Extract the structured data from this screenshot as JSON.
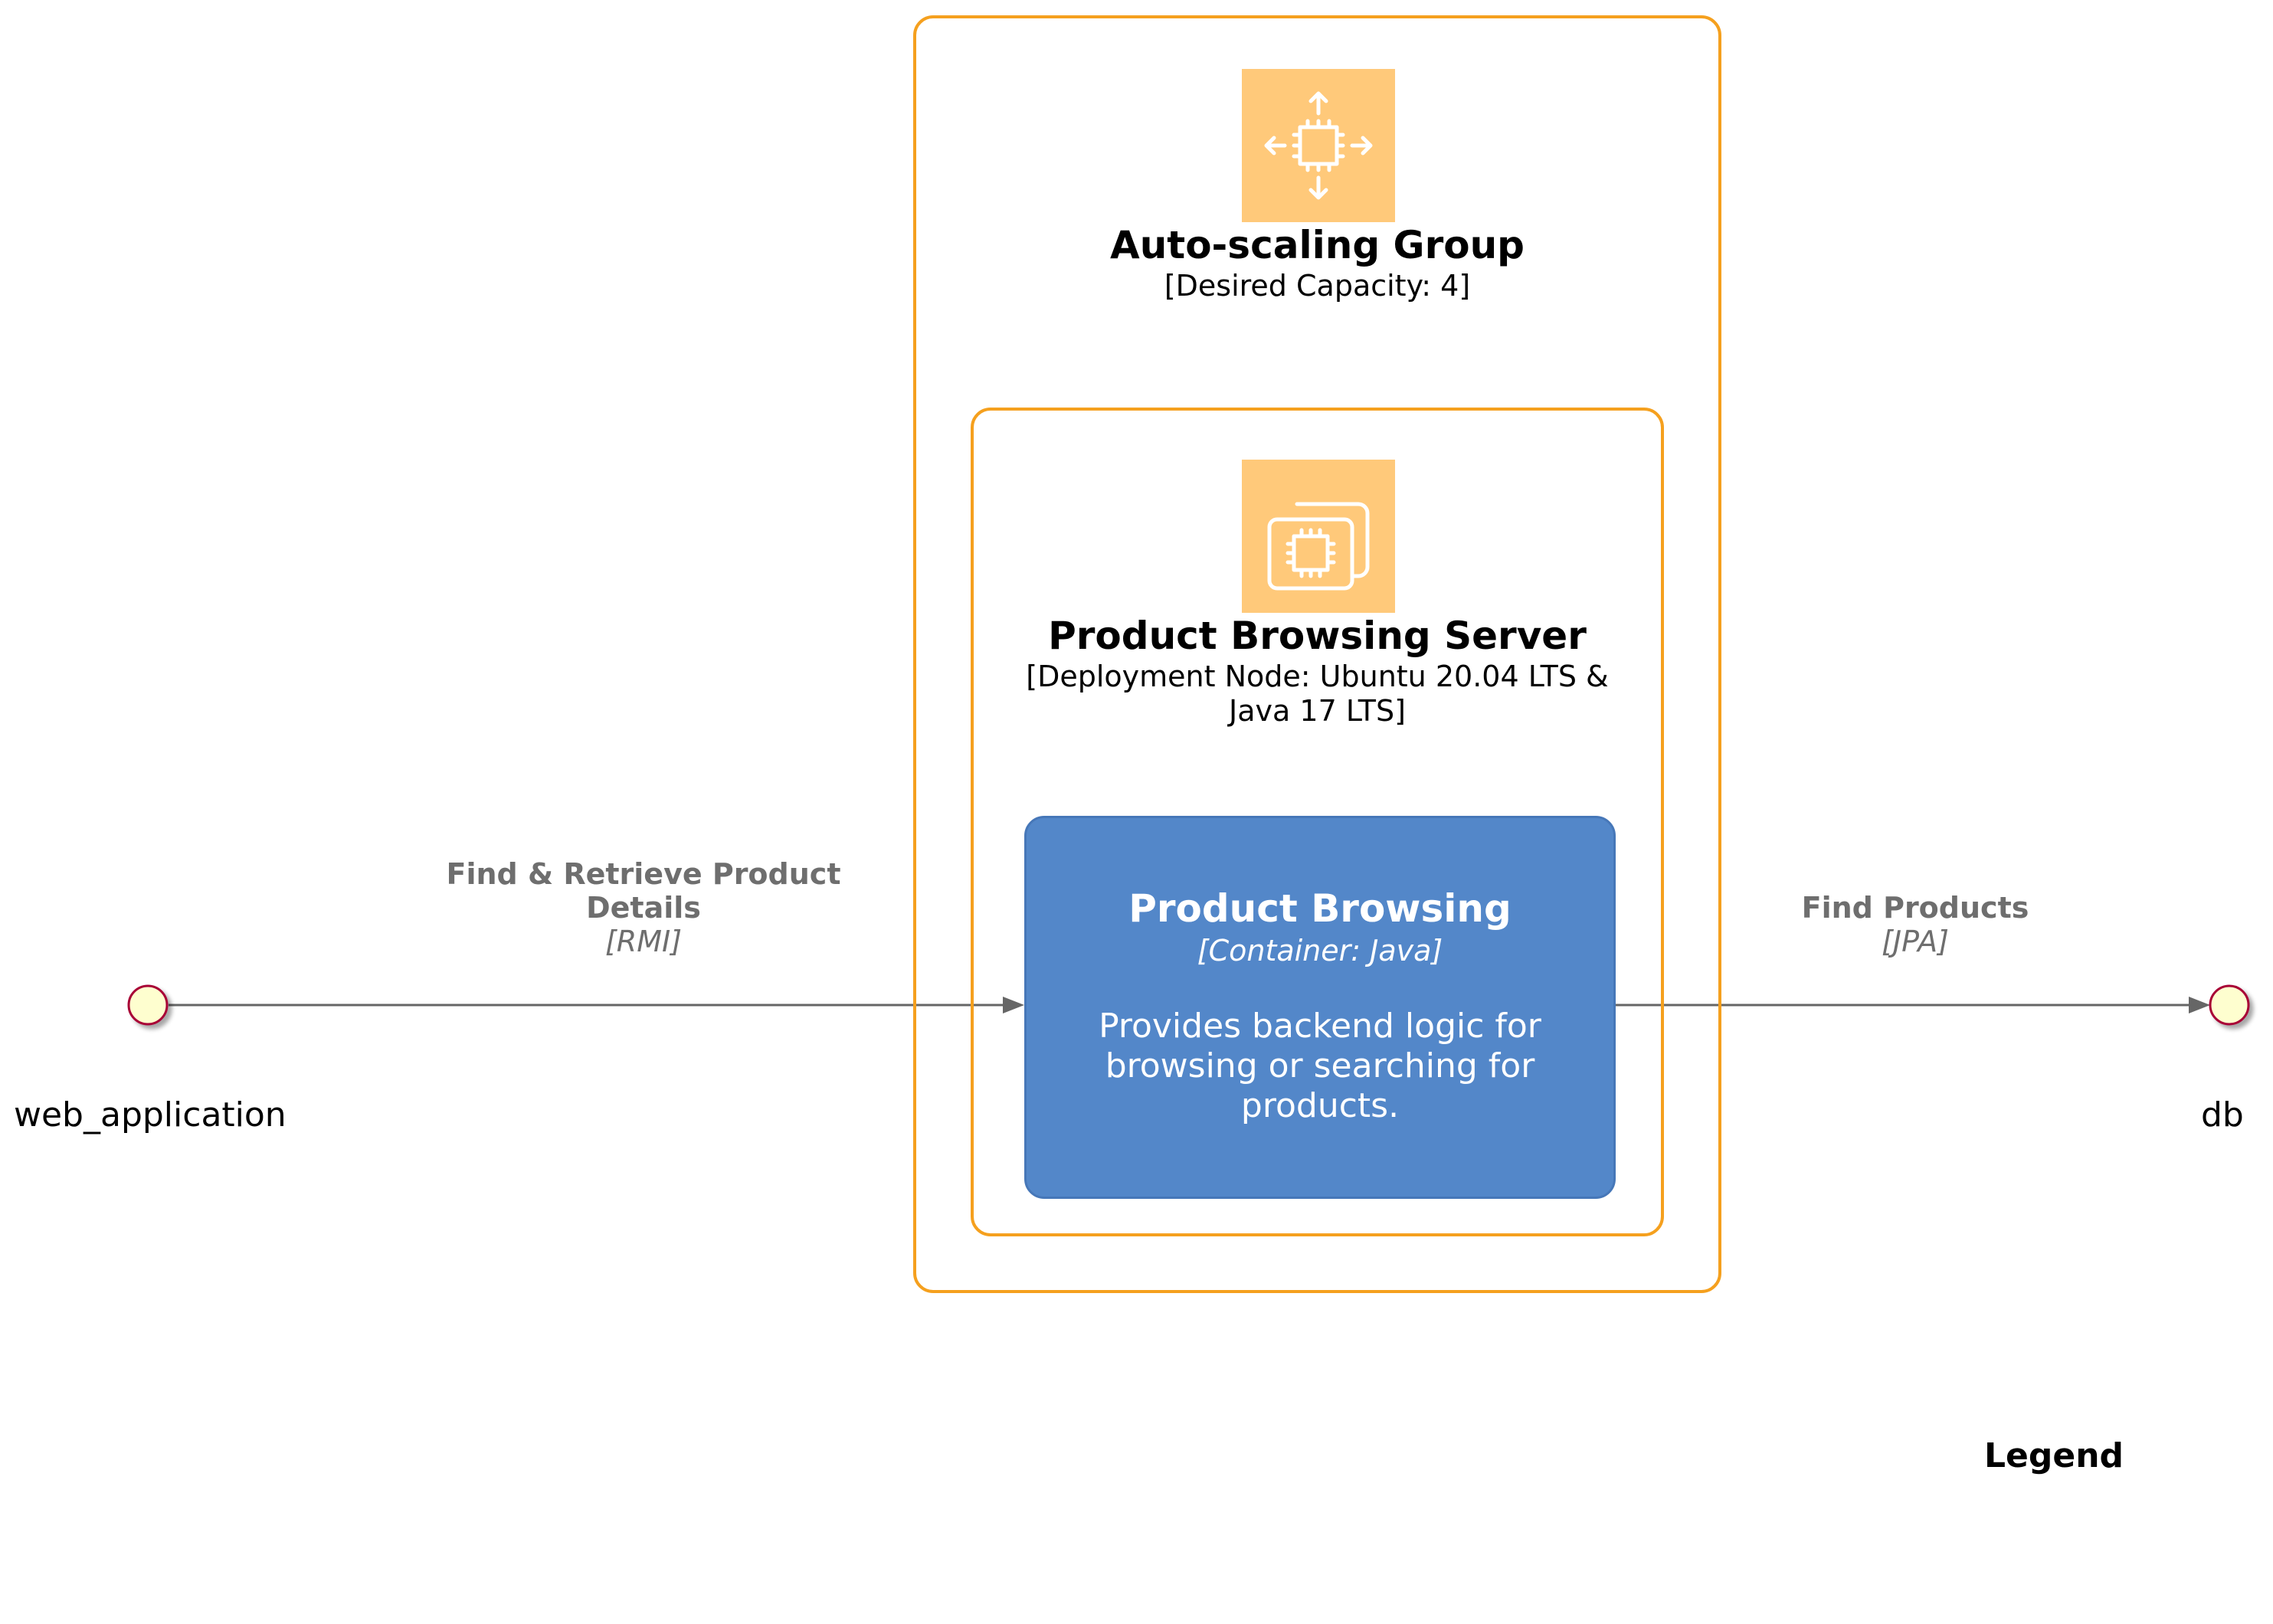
{
  "colors": {
    "node_border": "#f5a01e",
    "icon_tile": "#ffc97a",
    "container_fill": "#5387c9",
    "container_border": "#4677b8",
    "edge": "#666666",
    "endpoint_fill": "#fefecf",
    "endpoint_border": "#a80036"
  },
  "auto_scaling_group": {
    "icon": "auto-scaling-icon",
    "title": "Auto-scaling Group",
    "subtitle": "[Desired Capacity: 4]"
  },
  "server_node": {
    "icon": "ec2-instances-icon",
    "title": "Product Browsing Server",
    "subtitle_line1": "[Deployment Node: Ubuntu 20.04 LTS &",
    "subtitle_line2": "Java 17 LTS]"
  },
  "container": {
    "title": "Product Browsing",
    "technology": "[Container: Java]",
    "description_line1": "Provides backend logic for",
    "description_line2": "browsing or searching for",
    "description_line3": "products."
  },
  "endpoints": {
    "left": "web_application",
    "right": "db"
  },
  "edges": {
    "inbound": {
      "label_line1": "Find & Retrieve Product",
      "label_line2": "Details",
      "technology": "[RMI]"
    },
    "outbound": {
      "label": "Find Products",
      "technology": "[JPA]"
    }
  },
  "legend": {
    "title": "Legend"
  }
}
